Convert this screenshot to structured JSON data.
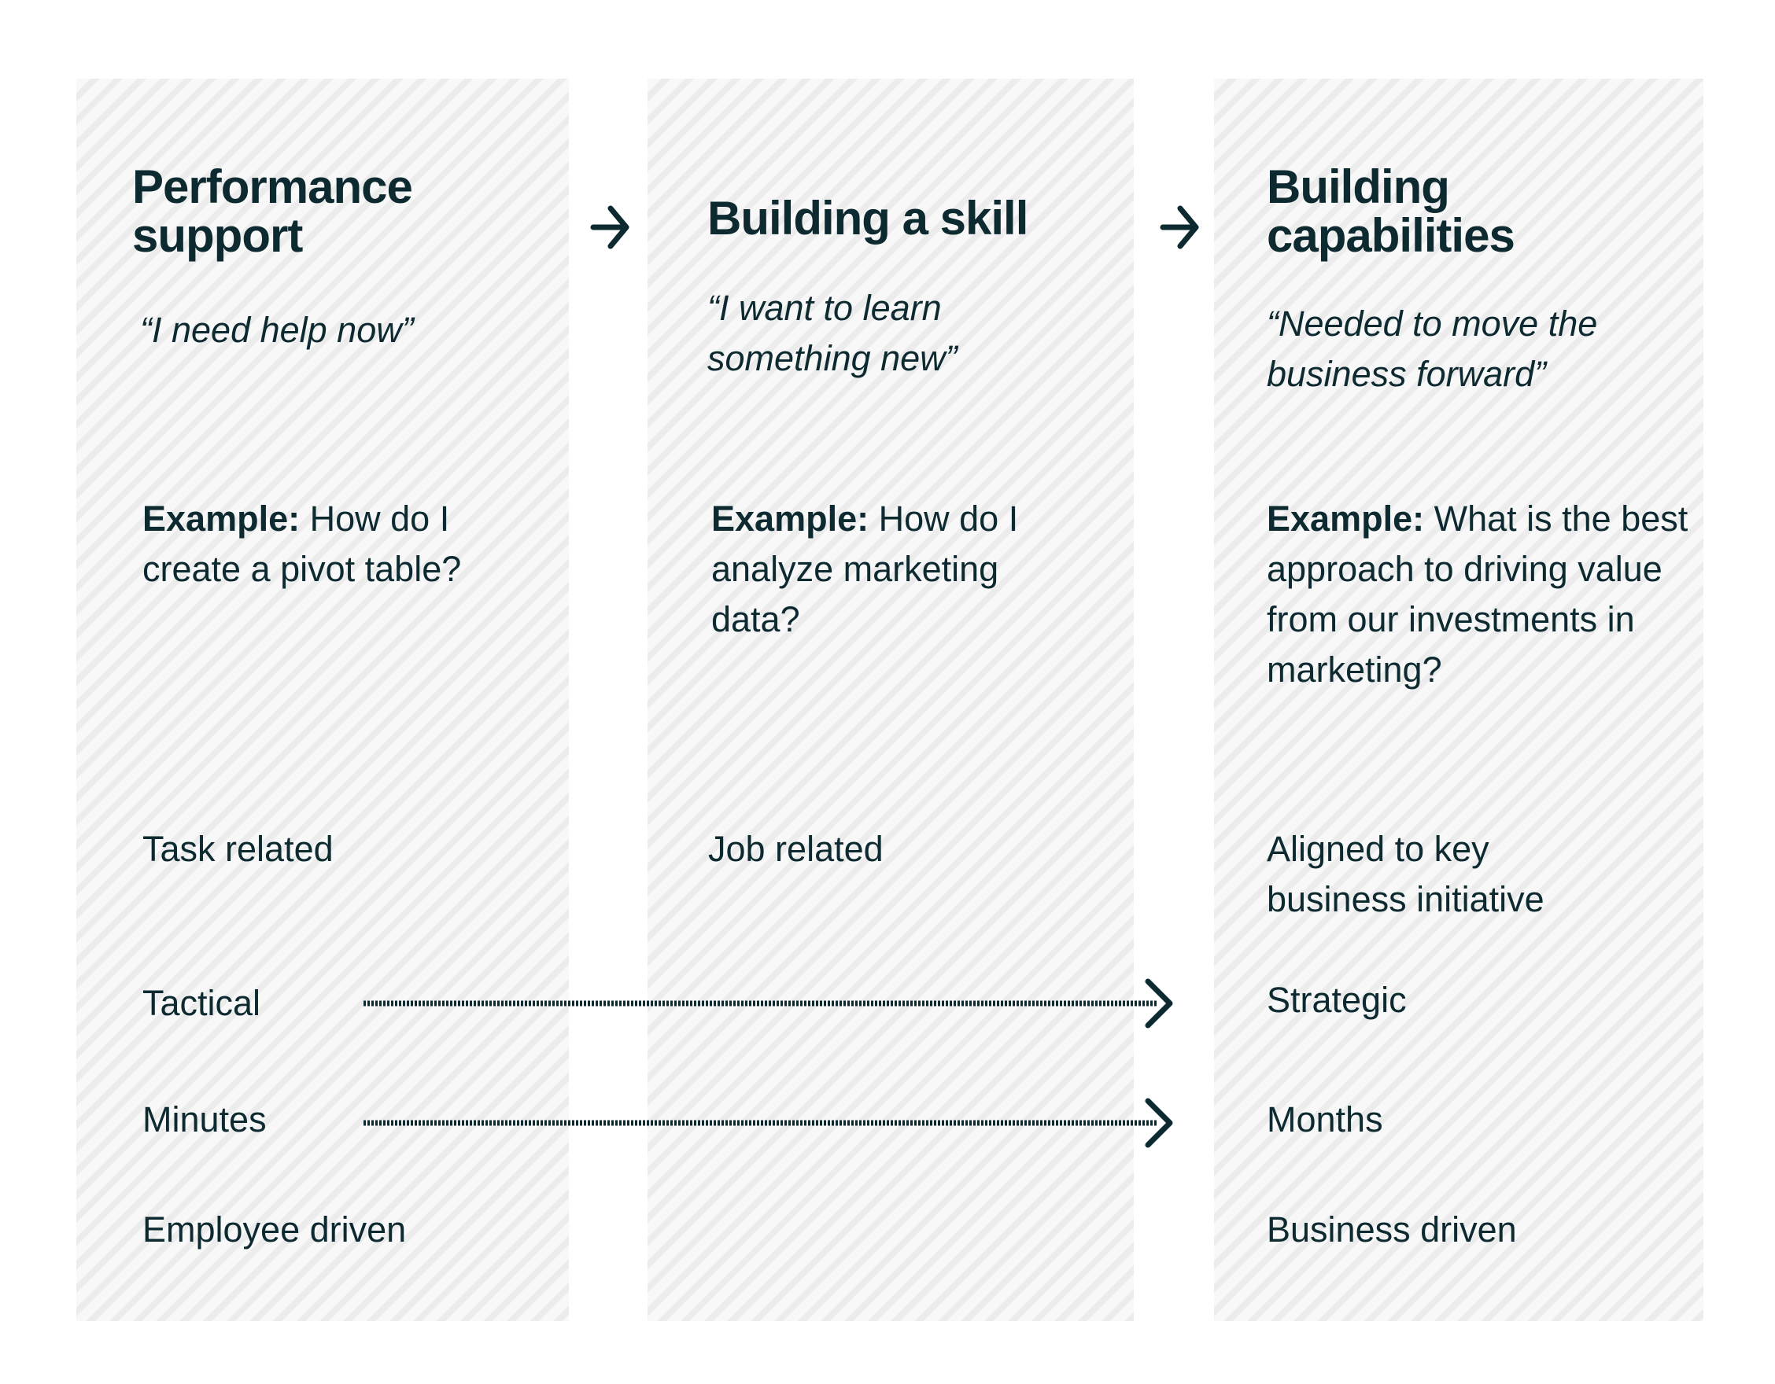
{
  "columns": [
    {
      "title_line1": "Performance",
      "title_line2": "support",
      "quote": "“I need help now”",
      "example_label": "Example:",
      "example_text": "How do I create a pivot table?",
      "scope": "Task related",
      "focus": "Tactical",
      "duration": "Minutes",
      "driver": "Employee driven"
    },
    {
      "title": "Building a skill",
      "quote_line1": "“I want to learn",
      "quote_line2": "something new”",
      "example_label": "Example:",
      "example_text": "How do I analyze marketing data?",
      "scope": "Job related"
    },
    {
      "title_line1": "Building",
      "title_line2": "capabilities",
      "quote_line1": "“Needed to move the",
      "quote_line2": "business forward”",
      "example_label": "Example:",
      "example_text": "What is the best approach to driving value from our investments in marketing?",
      "scope_line1": "Aligned to key",
      "scope_line2": "business initiative",
      "focus": "Strategic",
      "duration": "Months",
      "driver": "Business driven"
    }
  ],
  "icons": {
    "flow_arrow": "arrow-right-icon",
    "range_arrow": "chevron-right-icon"
  },
  "colors": {
    "text": "#0d2a30",
    "column_background": "#f8f8f8",
    "column_stripe": "#ececec"
  }
}
